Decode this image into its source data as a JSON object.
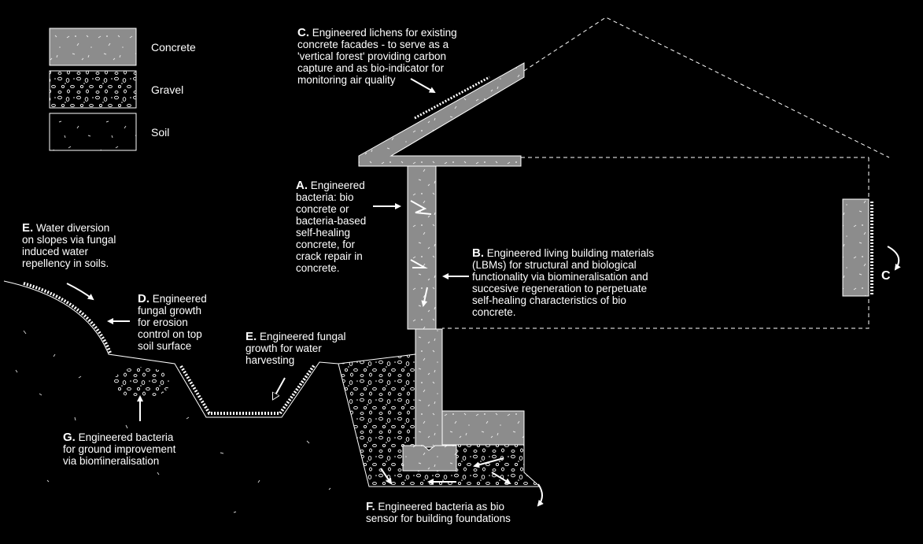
{
  "legend": {
    "concrete": "Concrete",
    "gravel": "Gravel",
    "soil": "Soil"
  },
  "labels": {
    "a": {
      "letter": "A.",
      "text": " Engineered\nbacteria: bio\nconcrete or\nbacteria-based\nself-healing\nconcrete, for\ncrack repair in\nconcrete."
    },
    "b": {
      "letter": "B.",
      "text": " Engineered living building materials\n(LBMs) for structural and biological\nfunctionality via biomineralisation and\nsuccesive regeneration to perpetuate\nself-healing characteristics of bio\nconcrete."
    },
    "c": {
      "letter": "C.",
      "text": " Engineered lichens for existing\nconcrete facades - to serve as a\n'vertical forest' providing carbon\ncapture and as bio-indicator for\nmonitoring air quality"
    },
    "d": {
      "letter": "D.",
      "text": " Engineered\nfungal growth\nfor erosion\ncontrol on top\nsoil surface"
    },
    "e1": {
      "letter": "E.",
      "text": " Water diversion\non slopes via fungal\ninduced water\nrepellency in soils."
    },
    "e2": {
      "letter": "E.",
      "text": " Engineered fungal\ngrowth for water\nharvesting"
    },
    "f": {
      "letter": "F.",
      "text": " Engineered bacteria as bio\nsensor for building foundations"
    },
    "g": {
      "letter": "G.",
      "text": " Engineered bacteria\nfor ground improvement\nvia biomineralisation"
    }
  },
  "c_marker": "C",
  "colors": {
    "background": "#000000",
    "concrete": "#8c8c8c",
    "line": "#ffffff"
  }
}
